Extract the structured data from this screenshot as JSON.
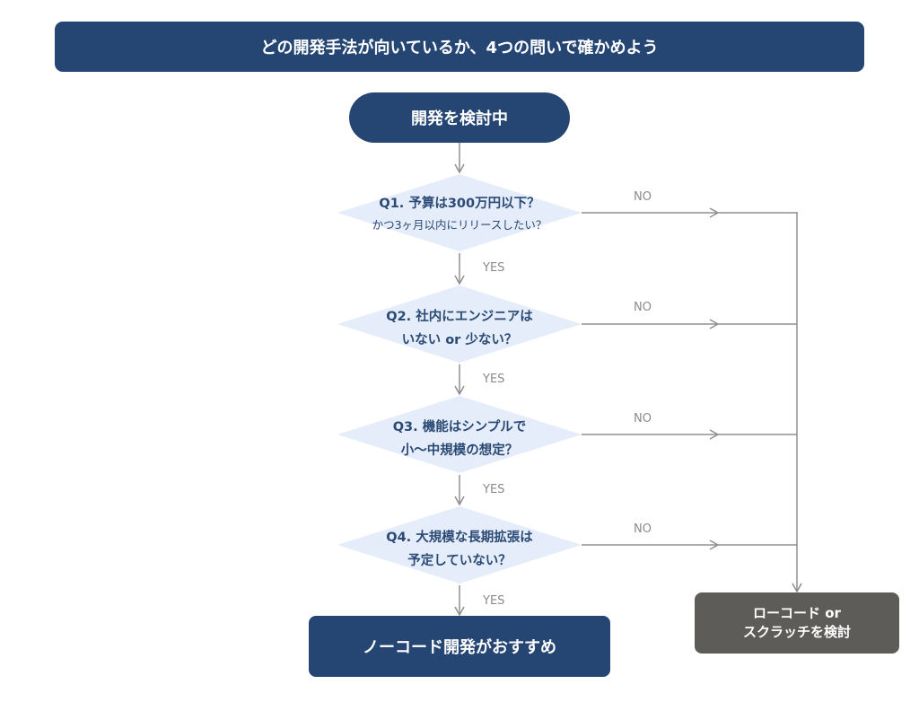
{
  "title": "どの開発手法が向いているか、4つの問いで確かめよう",
  "start": "開発を検討中",
  "questions": [
    {
      "line1": "Q1. 予算は300万円以下？",
      "line2": "かつ3ヶ月以内にリリースしたい？",
      "yes_label": "YES",
      "no_label": "NO"
    },
    {
      "line1": "Q2. 社内にエンジニアは",
      "line2": "いない or 少ない？",
      "yes_label": "YES",
      "no_label": "NO"
    },
    {
      "line1": "Q3. 機能はシンプルで",
      "line2": "小〜中規模の想定？",
      "yes_label": "YES",
      "no_label": "NO"
    },
    {
      "line1": "Q4. 大規模な長期拡張は",
      "line2": "予定していない？",
      "yes_label": "YES",
      "no_label": "NO"
    }
  ],
  "result_yes": "ノーコード開発がおすすめ",
  "result_no": {
    "line1": "ローコード or",
    "line2": "スクラッチを検討"
  },
  "colors": {
    "primary": "#254673",
    "diamond_fill": "#e4edf9",
    "connector": "#8f8f8f",
    "result_no": "#5e5c58"
  }
}
